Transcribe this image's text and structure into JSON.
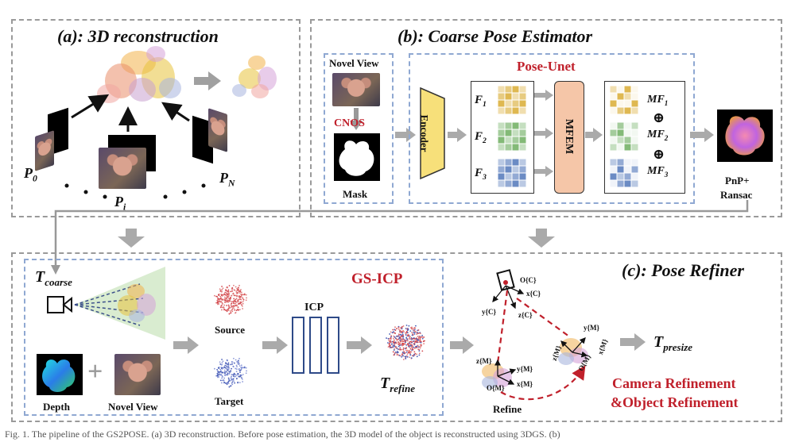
{
  "panel_a": {
    "title": "(a): 3D reconstruction",
    "p0": "P",
    "p0_sub": "0",
    "pi": "P",
    "pi_sub": "i",
    "pn": "P",
    "pn_sub": "N"
  },
  "panel_b": {
    "title": "(b): Coarse Pose Estimator",
    "novel_view": "Novel View",
    "cnos": "CNOS",
    "mask": "Mask",
    "pose_unet": "Pose-Unet",
    "encoder": "Encoder",
    "mfem": "MFEM",
    "features": [
      "F",
      "F",
      "F"
    ],
    "feature_subs": [
      "1",
      "2",
      "3"
    ],
    "mfs": [
      "MF",
      "MF",
      "MF"
    ],
    "mf_subs": [
      "1",
      "2",
      "3"
    ],
    "oplus": "⊕",
    "pnp": "PnP+",
    "ransac": "Ransac"
  },
  "panel_c": {
    "title": "(c): Pose Refiner",
    "gs_icp": "GS-ICP",
    "t_coarse": "T",
    "t_coarse_sub": "coarse",
    "depth": "Depth",
    "novel_view": "Novel View",
    "plus": "+",
    "source": "Source",
    "target": "Target",
    "icp": "ICP",
    "t_refine": "T",
    "t_refine_sub": "refine",
    "refine": "Refine",
    "t_presize": "T",
    "t_presize_sub": "presize",
    "camera_refinement": "Camera Refinement",
    "object_refinement": "&Object Refinement",
    "axes": {
      "oc": "O{C}",
      "xc": "x{C}",
      "yc": "y{C}",
      "zc": "z{C}",
      "om1": "O{M}",
      "xm1": "x{M}",
      "ym1": "y{M}",
      "zm1": "z{M}",
      "om2": "O{M}",
      "xm2": "x{M}",
      "ym2": "y{M}",
      "zm2": "z{M}"
    }
  },
  "caption": "Fig. 1.   The pipeline of the GS2POSE. (a) 3D reconstruction. Before pose estimation, the 3D model of the object is reconstructed using 3DGS. (b)",
  "colors": {
    "red": "#c0202b",
    "dash_gray": "#9a9a9a",
    "dash_blue": "#8fa8d2",
    "encoder": "#f7e07a",
    "mfem": "#f5c6a8",
    "grid_yellow": "#d4a017",
    "grid_green": "#5aa34a",
    "grid_blue": "#3a64b0"
  }
}
